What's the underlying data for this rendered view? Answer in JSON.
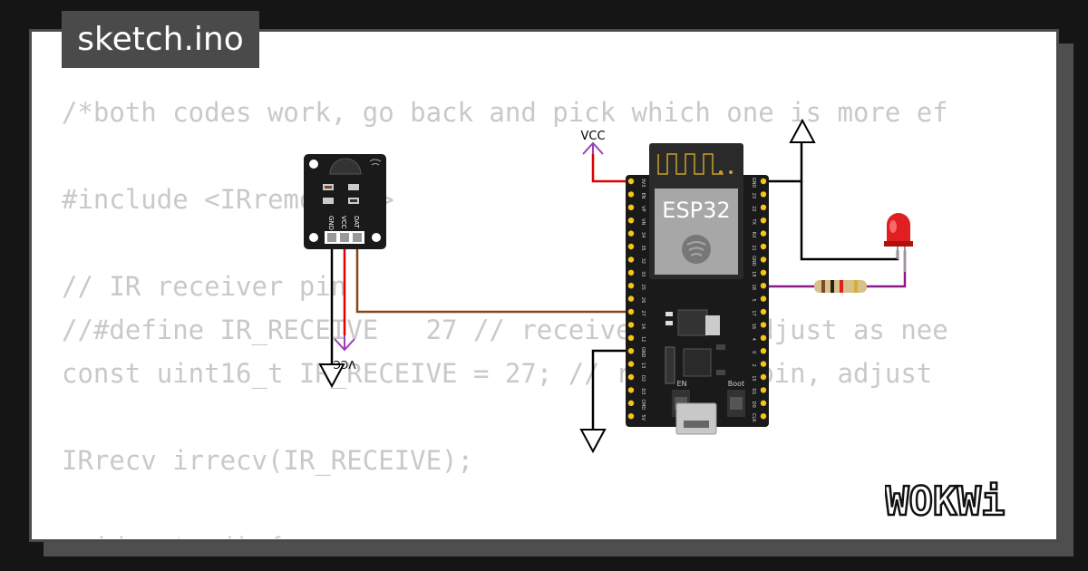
{
  "tab": {
    "filename": "sketch.ino"
  },
  "code_lines": [
    "/*both codes work, go back and pick which one is more ef",
    "",
    "#include <IRremote.h>",
    "",
    "// IR receiver pin",
    "//#define IR_RECEIVE   27 // receiver pin, adjust as nee",
    "const uint16_t IR_RECEIVE = 27; // receiver pin, adjust",
    "",
    "IRrecv irrecv(IR_RECEIVE);",
    "",
    "void setup() {"
  ],
  "circuit": {
    "esp32_label": "ESP32",
    "vcc_label": "VCC",
    "vcc_label_sensor": "VCC",
    "en_label": "EN",
    "boot_label": "Boot",
    "sensor_pins": [
      "GND",
      "VCC",
      "DAT"
    ],
    "left_pins": [
      "3V3",
      "EN",
      "VP",
      "VN",
      "34",
      "35",
      "32",
      "33",
      "25",
      "26",
      "27",
      "14",
      "12",
      "GND",
      "13",
      "D2",
      "D3",
      "CMD",
      "5V"
    ],
    "right_pins": [
      "GND",
      "23",
      "22",
      "TX",
      "RX",
      "21",
      "GND",
      "19",
      "18",
      "5",
      "17",
      "16",
      "4",
      "0",
      "2",
      "15",
      "D1",
      "D0",
      "CLK"
    ]
  },
  "brand": {
    "name": "WOKWi"
  },
  "colors": {
    "background": "#151515",
    "card": "#ffffff",
    "tab": "#4a4a4a",
    "code_text": "#c9c9c9",
    "wire_red": "#e00000",
    "wire_black": "#000000",
    "wire_brown": "#8b4513",
    "wire_purple": "#8a1a8a",
    "vcc_symbol": "#9b3fb5",
    "led": "#e02020"
  }
}
